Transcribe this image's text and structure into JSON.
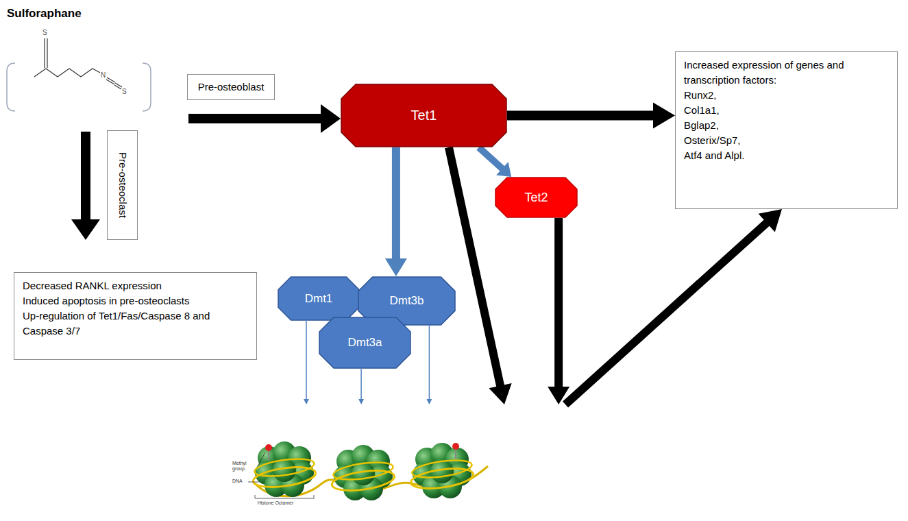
{
  "diagram": {
    "title": "Sulforaphane",
    "nodes": [
      {
        "text": [
          "Pre-osteoblast"
        ]
      },
      {
        "text": [
          "Tet1"
        ]
      },
      {
        "text": [
          "Increased expression of genes and transcription factors:",
          "Runx2,",
          "Col1a1,",
          "Bglap2,",
          "Osterix/Sp7,",
          "Atf4 and Alpl."
        ]
      },
      {
        "text": [
          "Pre-osteoclast"
        ]
      },
      {
        "text": [
          "Decreased RANKL expression",
          "Induced apoptosis in pre-osteoclasts",
          "Up-regulation of Tet1/Fas/Caspase 8 and Caspase 3/7"
        ]
      },
      {
        "text": [
          "Tet2"
        ]
      },
      {
        "text": [
          "Dmt1"
        ]
      },
      {
        "text": [
          "Dmt3b"
        ]
      },
      {
        "text": [
          "Dmt3a"
        ]
      },
      {
        "text": [
          "Methyl group",
          "DNA",
          "Histone Octamer"
        ]
      }
    ],
    "edges": [
      {
        "from": 1,
        "to": 2,
        "arrow": "to"
      },
      {
        "from": 1,
        "to": 7,
        "arrow": "to"
      },
      {
        "from": 1,
        "to": 5,
        "arrow": "to"
      },
      {
        "from": 1,
        "to": 9,
        "arrow": "to"
      },
      {
        "from": 5,
        "to": 9,
        "arrow": "to"
      },
      {
        "from": 6,
        "to": 9,
        "arrow": "to"
      },
      {
        "from": 8,
        "to": 9,
        "arrow": "to"
      },
      {
        "from": 7,
        "to": 9,
        "arrow": "to"
      },
      {
        "from": 9,
        "to": 2,
        "arrow": "to"
      }
    ],
    "labels": [
      "S",
      "N",
      "S"
    ]
  }
}
